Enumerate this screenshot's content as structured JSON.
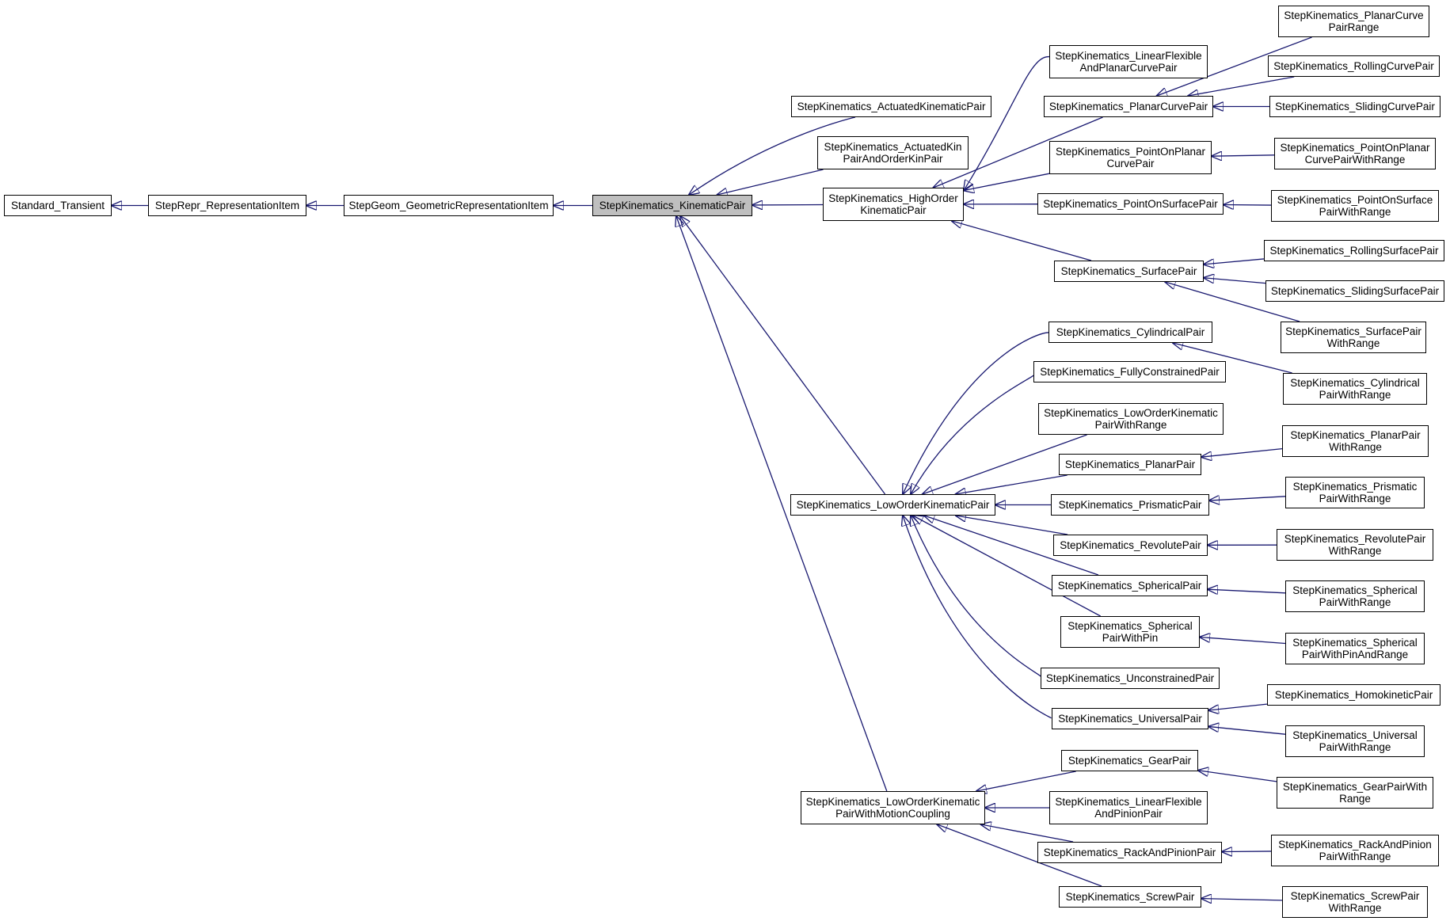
{
  "colors": {
    "edge": "#191970",
    "current_fill": "#bfbfbf",
    "node_border": "#000000"
  },
  "nodes": [
    {
      "id": "standard_transient",
      "lines": [
        "Standard_Transient"
      ]
    },
    {
      "id": "repr_item",
      "lines": [
        "StepRepr_RepresentationItem"
      ]
    },
    {
      "id": "geom_item",
      "lines": [
        "StepGeom_GeometricRepresentationItem"
      ]
    },
    {
      "id": "kinematic_pair",
      "lines": [
        "StepKinematics_KinematicPair"
      ],
      "current": true
    },
    {
      "id": "actuated_pair",
      "lines": [
        "StepKinematics_ActuatedKinematicPair"
      ]
    },
    {
      "id": "actuated_kin",
      "lines": [
        "StepKinematics_ActuatedKin",
        "PairAndOrderKinPair"
      ]
    },
    {
      "id": "high_order",
      "lines": [
        "StepKinematics_HighOrder",
        "KinematicPair"
      ]
    },
    {
      "id": "low_order",
      "lines": [
        "StepKinematics_LowOrderKinematicPair"
      ]
    },
    {
      "id": "low_order_motion",
      "lines": [
        "StepKinematics_LowOrderKinematic",
        "PairWithMotionCoupling"
      ]
    },
    {
      "id": "linear_flex_planar",
      "lines": [
        "StepKinematics_LinearFlexible",
        "AndPlanarCurvePair"
      ]
    },
    {
      "id": "planar_curve",
      "lines": [
        "StepKinematics_PlanarCurvePair"
      ]
    },
    {
      "id": "point_on_planar",
      "lines": [
        "StepKinematics_PointOnPlanar",
        "CurvePair"
      ]
    },
    {
      "id": "point_on_surface",
      "lines": [
        "StepKinematics_PointOnSurfacePair"
      ]
    },
    {
      "id": "surface_pair",
      "lines": [
        "StepKinematics_SurfacePair"
      ]
    },
    {
      "id": "planar_curve_range",
      "lines": [
        "StepKinematics_PlanarCurve",
        "PairRange"
      ]
    },
    {
      "id": "rolling_curve",
      "lines": [
        "StepKinematics_RollingCurvePair"
      ]
    },
    {
      "id": "sliding_curve",
      "lines": [
        "StepKinematics_SlidingCurvePair"
      ]
    },
    {
      "id": "point_on_planar_range",
      "lines": [
        "StepKinematics_PointOnPlanar",
        "CurvePairWithRange"
      ]
    },
    {
      "id": "point_on_surface_range",
      "lines": [
        "StepKinematics_PointOnSurface",
        "PairWithRange"
      ]
    },
    {
      "id": "rolling_surface",
      "lines": [
        "StepKinematics_RollingSurfacePair"
      ]
    },
    {
      "id": "sliding_surface",
      "lines": [
        "StepKinematics_SlidingSurfacePair"
      ]
    },
    {
      "id": "surface_pair_range",
      "lines": [
        "StepKinematics_SurfacePair",
        "WithRange"
      ]
    },
    {
      "id": "cylindrical",
      "lines": [
        "StepKinematics_CylindricalPair"
      ]
    },
    {
      "id": "fully_constrained",
      "lines": [
        "StepKinematics_FullyConstrainedPair"
      ]
    },
    {
      "id": "low_order_range",
      "lines": [
        "StepKinematics_LowOrderKinematic",
        "PairWithRange"
      ]
    },
    {
      "id": "planar",
      "lines": [
        "StepKinematics_PlanarPair"
      ]
    },
    {
      "id": "prismatic",
      "lines": [
        "StepKinematics_PrismaticPair"
      ]
    },
    {
      "id": "revolute",
      "lines": [
        "StepKinematics_RevolutePair"
      ]
    },
    {
      "id": "spherical",
      "lines": [
        "StepKinematics_SphericalPair"
      ]
    },
    {
      "id": "spherical_pin",
      "lines": [
        "StepKinematics_Spherical",
        "PairWithPin"
      ]
    },
    {
      "id": "unconstrained",
      "lines": [
        "StepKinematics_UnconstrainedPair"
      ]
    },
    {
      "id": "universal",
      "lines": [
        "StepKinematics_UniversalPair"
      ]
    },
    {
      "id": "cylindrical_range",
      "lines": [
        "StepKinematics_Cylindrical",
        "PairWithRange"
      ]
    },
    {
      "id": "planar_range",
      "lines": [
        "StepKinematics_PlanarPair",
        "WithRange"
      ]
    },
    {
      "id": "prismatic_range",
      "lines": [
        "StepKinematics_Prismatic",
        "PairWithRange"
      ]
    },
    {
      "id": "revolute_range",
      "lines": [
        "StepKinematics_RevolutePair",
        "WithRange"
      ]
    },
    {
      "id": "spherical_range",
      "lines": [
        "StepKinematics_Spherical",
        "PairWithRange"
      ]
    },
    {
      "id": "spherical_pin_range",
      "lines": [
        "StepKinematics_Spherical",
        "PairWithPinAndRange"
      ]
    },
    {
      "id": "homokinetic",
      "lines": [
        "StepKinematics_HomokineticPair"
      ]
    },
    {
      "id": "universal_range",
      "lines": [
        "StepKinematics_Universal",
        "PairWithRange"
      ]
    },
    {
      "id": "gear",
      "lines": [
        "StepKinematics_GearPair"
      ]
    },
    {
      "id": "linear_flex_pinion",
      "lines": [
        "StepKinematics_LinearFlexible",
        "AndPinionPair"
      ]
    },
    {
      "id": "rack_pinion",
      "lines": [
        "StepKinematics_RackAndPinionPair"
      ]
    },
    {
      "id": "screw",
      "lines": [
        "StepKinematics_ScrewPair"
      ]
    },
    {
      "id": "gear_range",
      "lines": [
        "StepKinematics_GearPairWith",
        "Range"
      ]
    },
    {
      "id": "rack_pinion_range",
      "lines": [
        "StepKinematics_RackAndPinion",
        "PairWithRange"
      ]
    },
    {
      "id": "screw_range",
      "lines": [
        "StepKinematics_ScrewPair",
        "WithRange"
      ]
    }
  ]
}
